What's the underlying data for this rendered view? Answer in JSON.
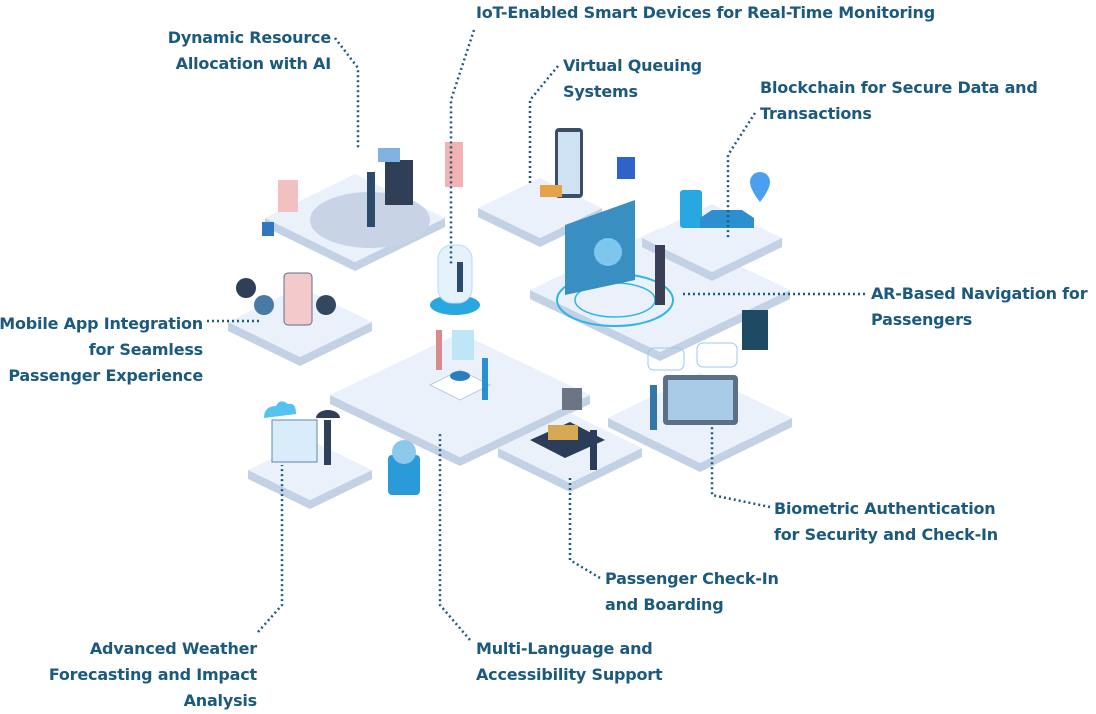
{
  "title": "Smart airport technologies infographic",
  "colors": {
    "label": "#1b5a7e",
    "leader": "#1d5c80",
    "platform_top": "#eaf1fb",
    "platform_side": "#c3d1e5",
    "accent": "#2aa6e0",
    "pink": "#f1a7a7"
  },
  "labels": {
    "dynamic": [
      "Dynamic Resource",
      "Allocation with AI"
    ],
    "iot": [
      "IoT-Enabled Smart Devices for Real-Time Monitoring"
    ],
    "queue": [
      "Virtual Queuing",
      "Systems"
    ],
    "blockchain": [
      "Blockchain for Secure Data and",
      "Transactions"
    ],
    "ar": [
      "AR-Based Navigation for",
      "Passengers"
    ],
    "mobile": [
      "Mobile App Integration",
      "for Seamless",
      "Passenger Experience"
    ],
    "biometric": [
      "Biometric Authentication",
      "for Security and Check-In"
    ],
    "checkin": [
      "Passenger Check-In",
      "and Boarding"
    ],
    "language": [
      "Multi-Language and",
      "Accessibility Support"
    ],
    "weather": [
      "Advanced Weather",
      "Forecasting and Impact",
      "Analysis"
    ]
  }
}
